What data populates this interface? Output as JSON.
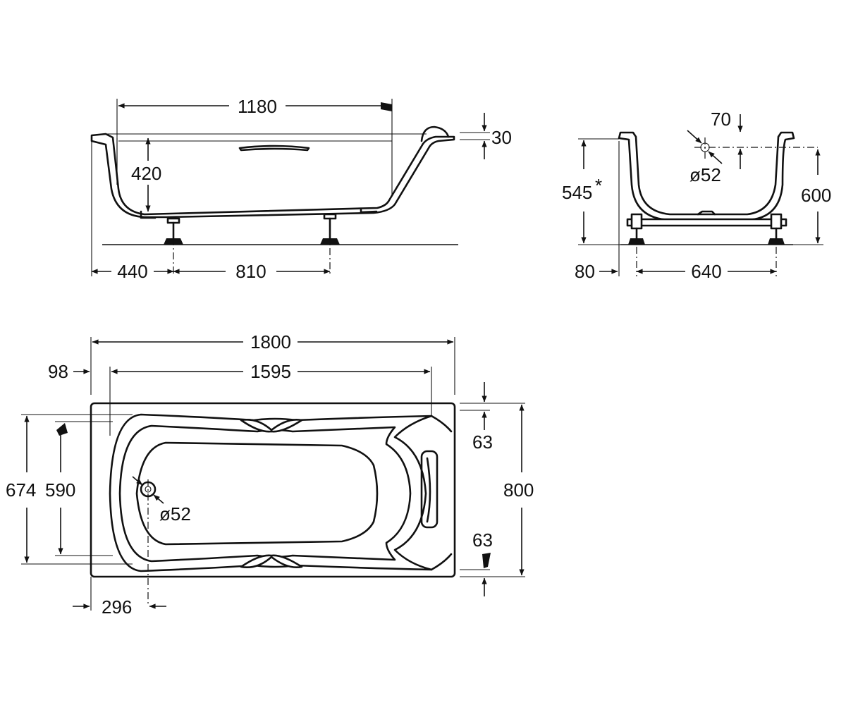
{
  "side_view": {
    "dims": {
      "inner_length": "1180",
      "rim_thickness": "30",
      "inner_depth": "420",
      "foot_offset": "440",
      "foot_spacing": "810"
    }
  },
  "end_view": {
    "dims": {
      "drain_offset": "70",
      "drain_diameter": "ø52",
      "overall_height": "545",
      "height_note": "*",
      "max_height": "600",
      "base_offset": "80",
      "foot_spacing": "640"
    }
  },
  "top_view": {
    "dims": {
      "overall_length": "1800",
      "inner_length": "1595",
      "end_margin": "98",
      "inner_width_outer": "674",
      "inner_width_bottom": "590",
      "overall_width": "800",
      "side_margin_top": "63",
      "side_margin_bottom": "63",
      "drain_diameter": "ø52",
      "drain_offset": "296"
    }
  }
}
